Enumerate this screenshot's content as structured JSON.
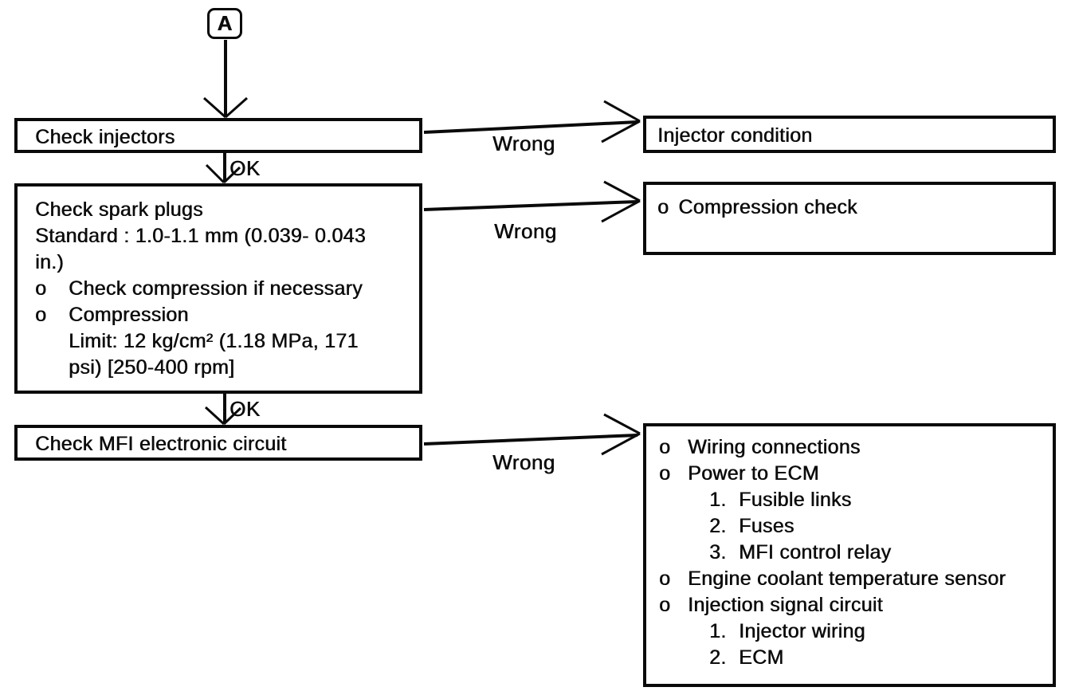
{
  "connector": {
    "label": "A"
  },
  "steps": {
    "check_injectors": {
      "label": "Check injectors"
    },
    "check_spark_plugs": {
      "lines": [
        {
          "marker": "",
          "text": "Check spark plugs"
        },
        {
          "marker": "",
          "text": "Standard : 1.0-1.1 mm (0.039- 0.043"
        },
        {
          "marker": "",
          "text": "in.)"
        },
        {
          "marker": "o",
          "text": "Check compression if necessary"
        },
        {
          "marker": "o",
          "text": "Compression"
        },
        {
          "marker": "",
          "text": "Limit: 12 kg/cm² (1.18 MPa, 171"
        },
        {
          "marker": "",
          "text": "psi) [250-400 rpm]"
        }
      ]
    },
    "check_mfi_circuit": {
      "label": "Check MFI electronic circuit"
    }
  },
  "results": {
    "injector_condition": {
      "label": "Injector condition"
    },
    "compression_check": {
      "marker": "o",
      "label": "Compression check"
    },
    "mfi_checklist": {
      "items": [
        {
          "marker": "o",
          "text": "Wiring connections"
        },
        {
          "marker": "o",
          "text": "Power to ECM"
        },
        {
          "marker": "1.",
          "text": "Fusible links"
        },
        {
          "marker": "2.",
          "text": "Fuses"
        },
        {
          "marker": "3.",
          "text": "MFI control relay"
        },
        {
          "marker": "o",
          "text": "Engine coolant temperature sensor"
        },
        {
          "marker": "o",
          "text": "Injection signal circuit"
        },
        {
          "marker": "1.",
          "text": "Injector wiring"
        },
        {
          "marker": "2.",
          "text": "ECM"
        }
      ]
    }
  },
  "edge_labels": {
    "ok_1": "OK",
    "ok_2": "OK",
    "wrong_1": "Wrong",
    "wrong_2": "Wrong",
    "wrong_3": "Wrong"
  },
  "colors": {
    "ink": "#0a0a0a",
    "paper": "#ffffff"
  }
}
